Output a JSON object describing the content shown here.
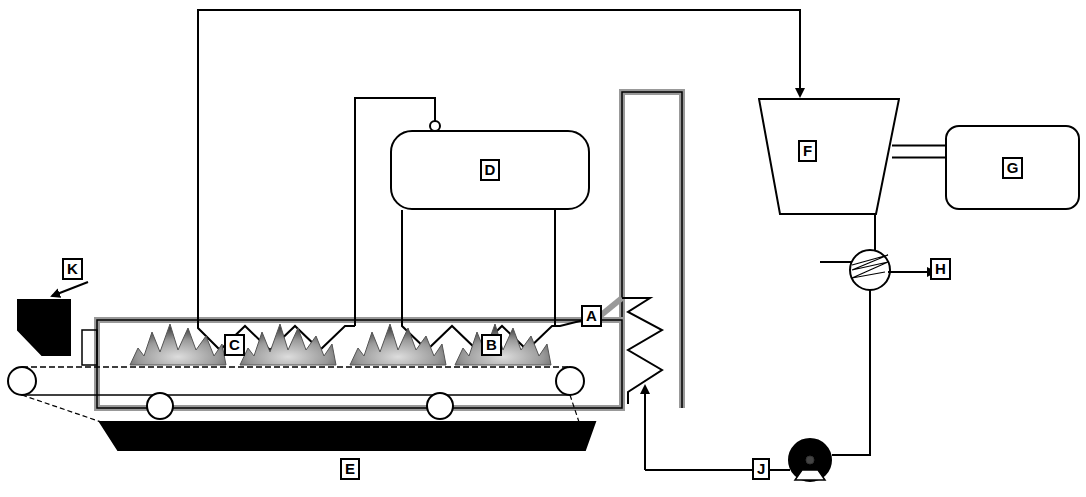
{
  "diagram": {
    "nodes": [
      {
        "text": [
          "D"
        ]
      },
      {
        "text": [
          "F"
        ]
      },
      {
        "text": [
          "G"
        ]
      }
    ],
    "edges": [
      {
        "from": 1,
        "to": 2,
        "arrow": "none"
      }
    ],
    "labels": [
      "K",
      "C",
      "B",
      "A",
      "E",
      "H",
      "J"
    ]
  }
}
